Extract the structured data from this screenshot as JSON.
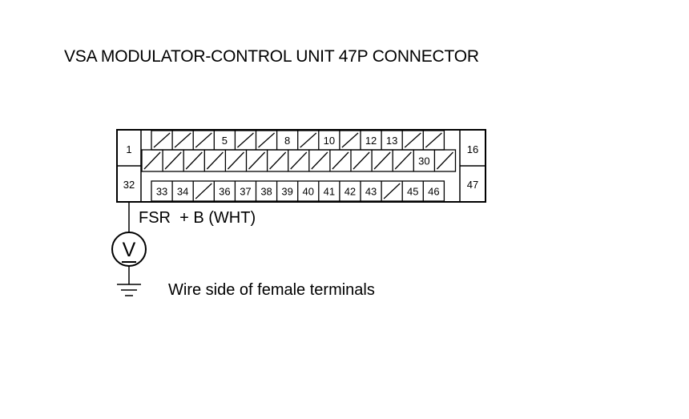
{
  "title": "VSA MODULATOR-CONTROL UNIT 47P CONNECTOR",
  "connector": {
    "side_terminals": {
      "left_top": "1",
      "left_bottom": "32",
      "right_top": "16",
      "right_bottom": "47"
    },
    "row1": [
      "",
      "",
      "",
      "5",
      "",
      "",
      "8",
      "",
      "10",
      "",
      "12",
      "13",
      "",
      ""
    ],
    "row2": [
      "",
      "",
      "",
      "",
      "",
      "",
      "",
      "",
      "",
      "",
      "",
      "",
      "",
      "30",
      ""
    ],
    "row3": [
      "33",
      "34",
      "",
      "36",
      "37",
      "38",
      "39",
      "40",
      "41",
      "42",
      "43",
      "",
      "45",
      "46"
    ]
  },
  "probe": {
    "wire_label": "FSR  + B (WHT)",
    "meter_symbol": "V"
  },
  "note": "Wire side of female terminals"
}
